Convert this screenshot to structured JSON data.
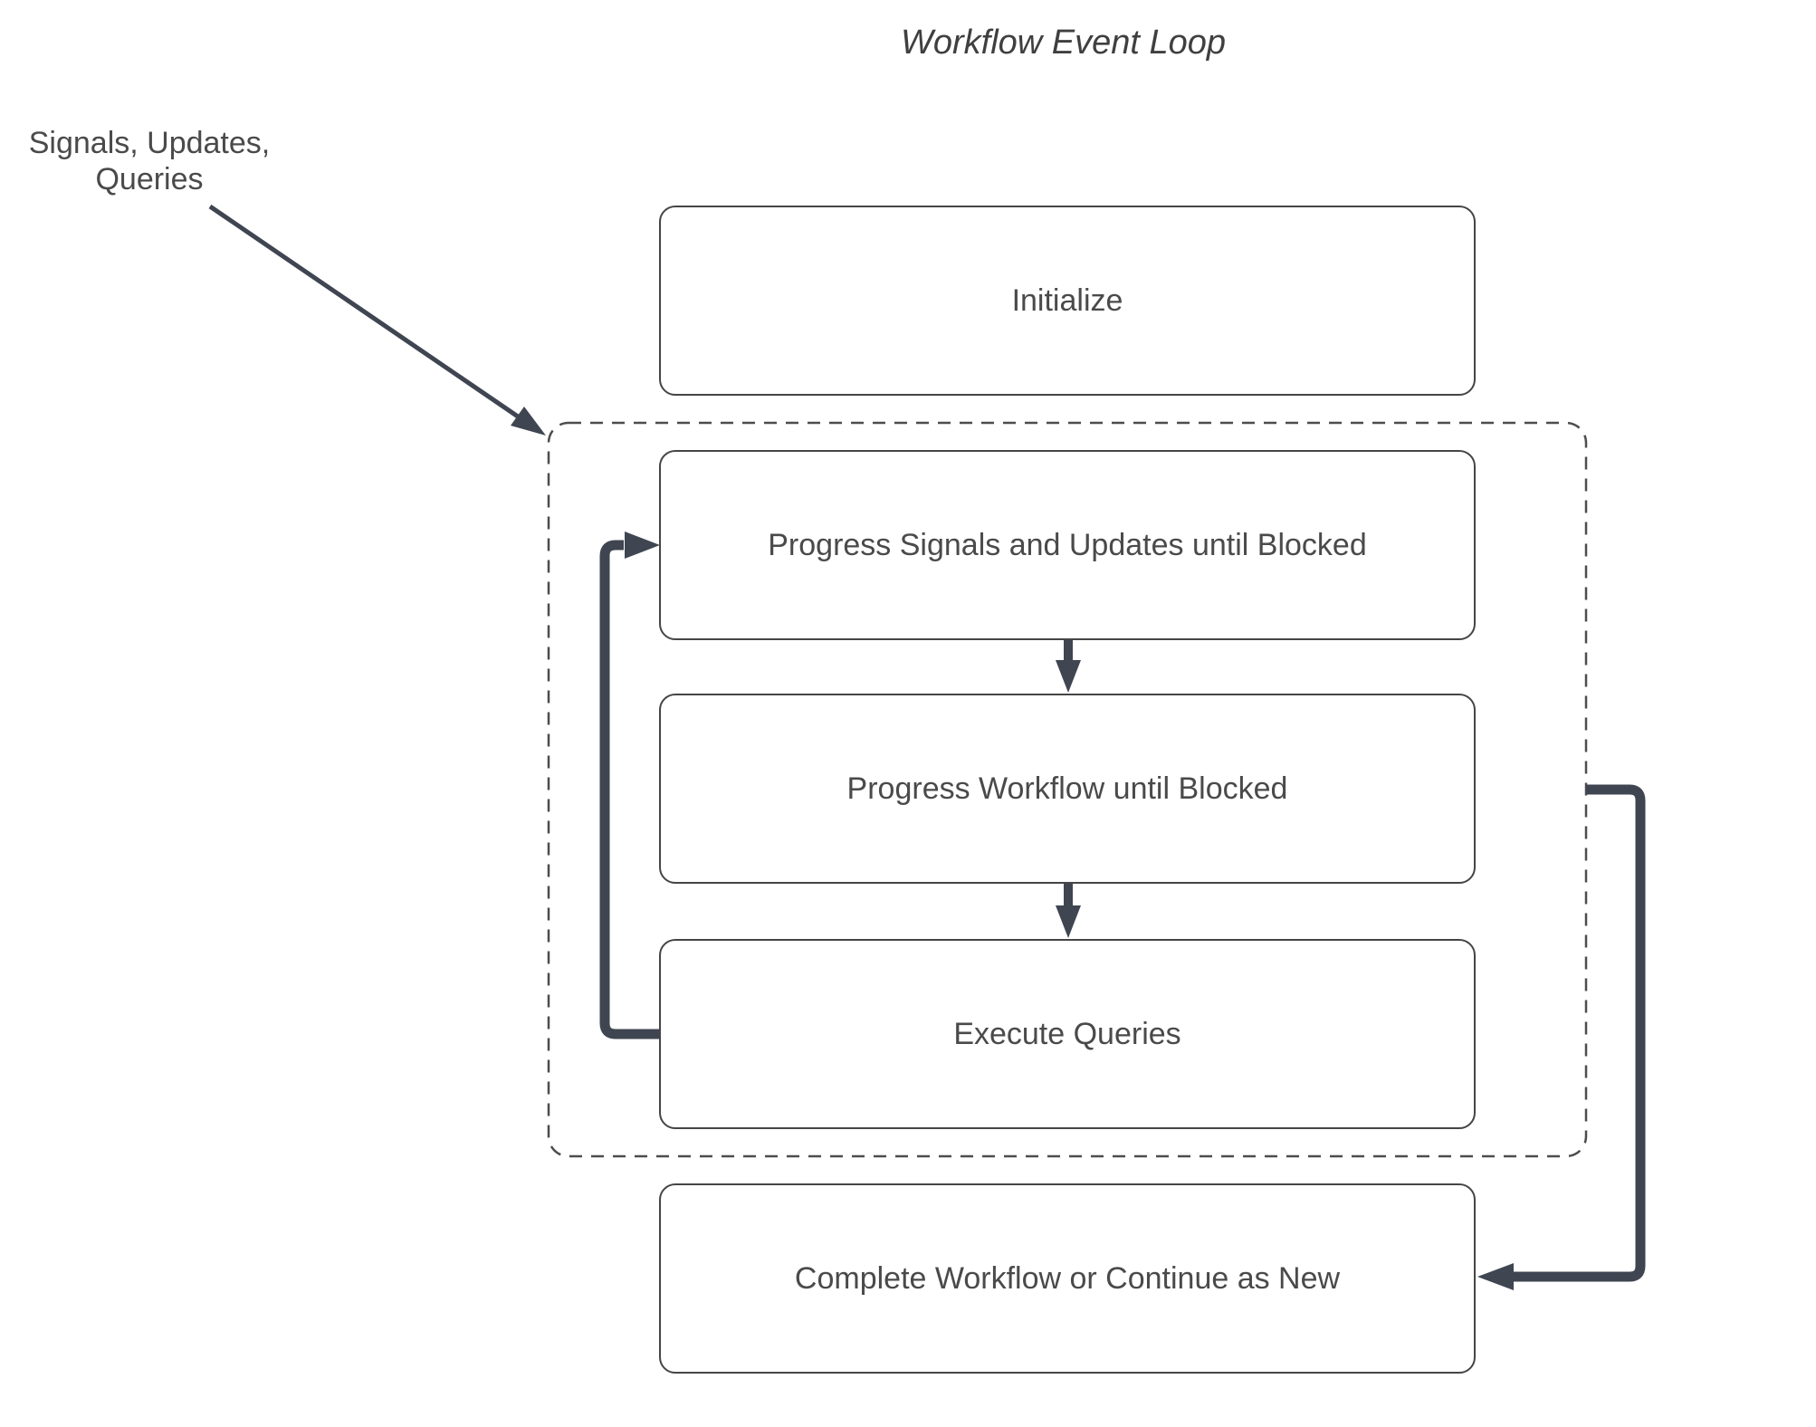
{
  "diagram": {
    "title": "Workflow Event Loop",
    "external_input_label": "Signals, Updates,\nQueries",
    "nodes": [
      {
        "id": "initialize",
        "label": "Initialize"
      },
      {
        "id": "progress-signals",
        "label": "Progress Signals and Updates until Blocked"
      },
      {
        "id": "progress-workflow",
        "label": "Progress Workflow until Blocked"
      },
      {
        "id": "execute-queries",
        "label": "Execute Queries"
      },
      {
        "id": "complete",
        "label": "Complete Workflow or Continue as New"
      }
    ],
    "colors": {
      "arrow": "#3F4551",
      "box_border": "#454545",
      "box_fill": "#FFFFFF",
      "dashed_border": "#4D4D4D",
      "text": "#4A4A4A",
      "title_text": "#3F3F3F",
      "background": "#FFFFFF"
    }
  }
}
